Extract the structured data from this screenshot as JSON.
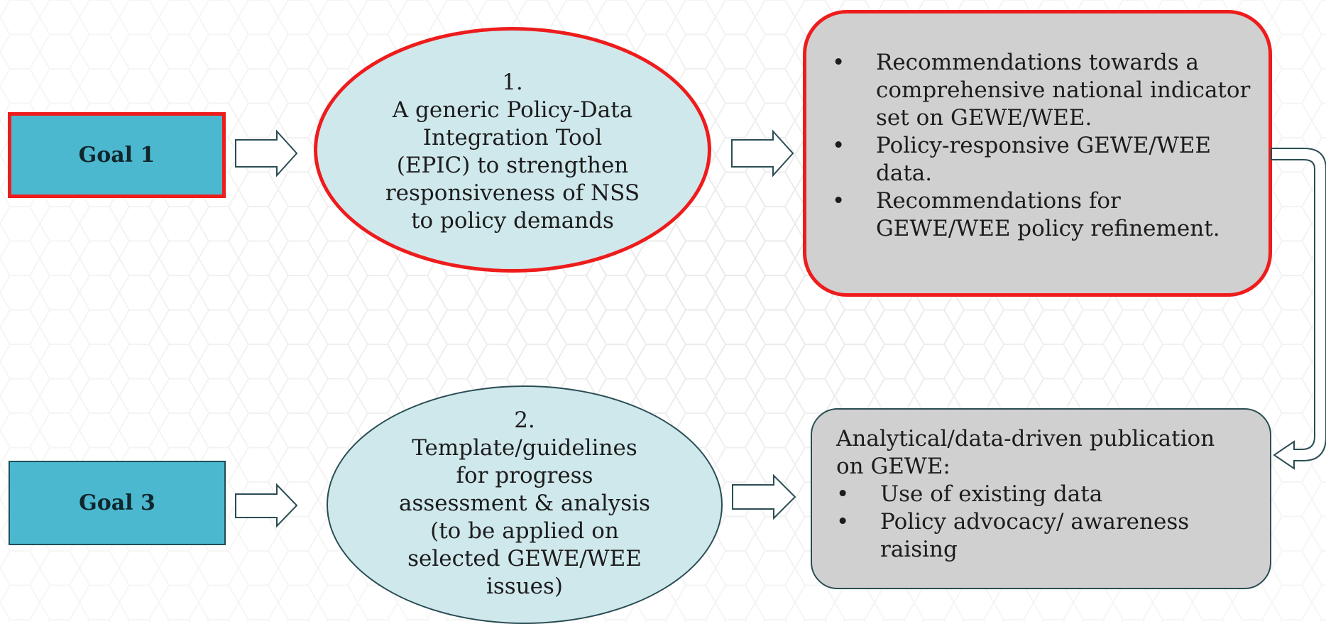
{
  "goals": [
    {
      "label": "Goal 1"
    },
    {
      "label": "Goal 3"
    }
  ],
  "tools": [
    {
      "lines": [
        "1.",
        "A generic Policy-Data",
        "Integration Tool",
        "(EPIC) to strengthen",
        "responsiveness of NSS",
        "to policy demands"
      ]
    },
    {
      "lines": [
        "2.",
        "Template/guidelines",
        "for progress",
        "assessment & analysis",
        "(to be applied on",
        "selected GEWE/WEE",
        "issues)"
      ]
    }
  ],
  "outputs": {
    "box1": {
      "bullet_symbol": "•",
      "items": [
        "Recommendations towards a comprehensive national indicator set on GEWE/WEE.",
        "Policy-responsive GEWE/WEE data.",
        "Recommendations for GEWE/WEE policy refinement."
      ]
    },
    "box2": {
      "heading": "Analytical/data-driven publication on GEWE:",
      "bullet_symbol": "•",
      "items": [
        "Use of existing data",
        "Policy advocacy/ awareness raising"
      ]
    }
  },
  "colors": {
    "goal_fill": "#4bb8cf",
    "highlight_border": "#ee1c1c",
    "ellipse_fill": "#cfe8ec",
    "box_fill": "#d0d0d0",
    "outline": "#2a4d54"
  }
}
